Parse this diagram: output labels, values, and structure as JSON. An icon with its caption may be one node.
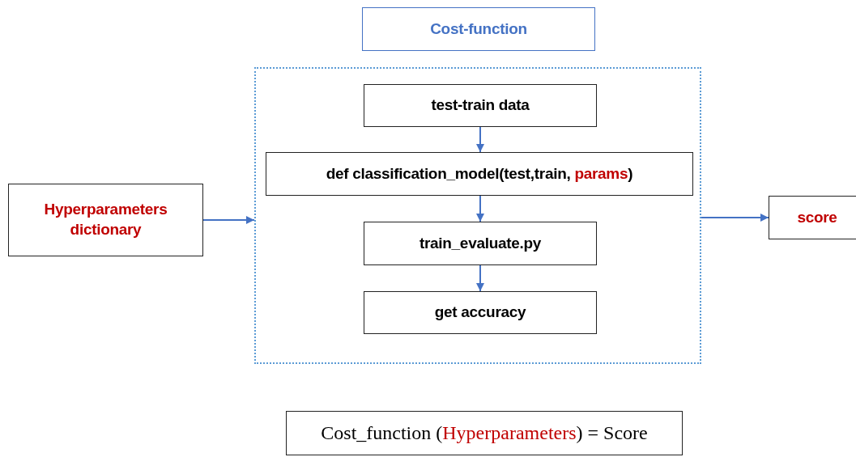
{
  "diagram": {
    "nodes": [
      {
        "text": [
          "Cost-function"
        ]
      },
      {
        "text": [],
        "shape": "box"
      },
      {
        "text": [
          "test-train data"
        ],
        "in": 1
      },
      {
        "text": [
          "def classification_model(test,train, **params**)"
        ],
        "in": 1
      },
      {
        "text": [
          "train_evaluate.py"
        ],
        "in": 1
      },
      {
        "text": [
          "get accuracy"
        ],
        "in": 1
      },
      {
        "text": [
          "Hyperparameters dictionary"
        ]
      },
      {
        "text": [
          "score"
        ]
      },
      {
        "text": [
          "Cost_function (**Hyperparameters**) = Score"
        ]
      }
    ],
    "edges": [
      {
        "from": 6,
        "to": 1,
        "arrow": "to"
      },
      {
        "from": 1,
        "to": 7,
        "arrow": "to"
      },
      {
        "from": 2,
        "to": 3,
        "arrow": "to"
      },
      {
        "from": 3,
        "to": 4,
        "arrow": "to"
      },
      {
        "from": 4,
        "to": 5,
        "arrow": "to"
      }
    ]
  }
}
